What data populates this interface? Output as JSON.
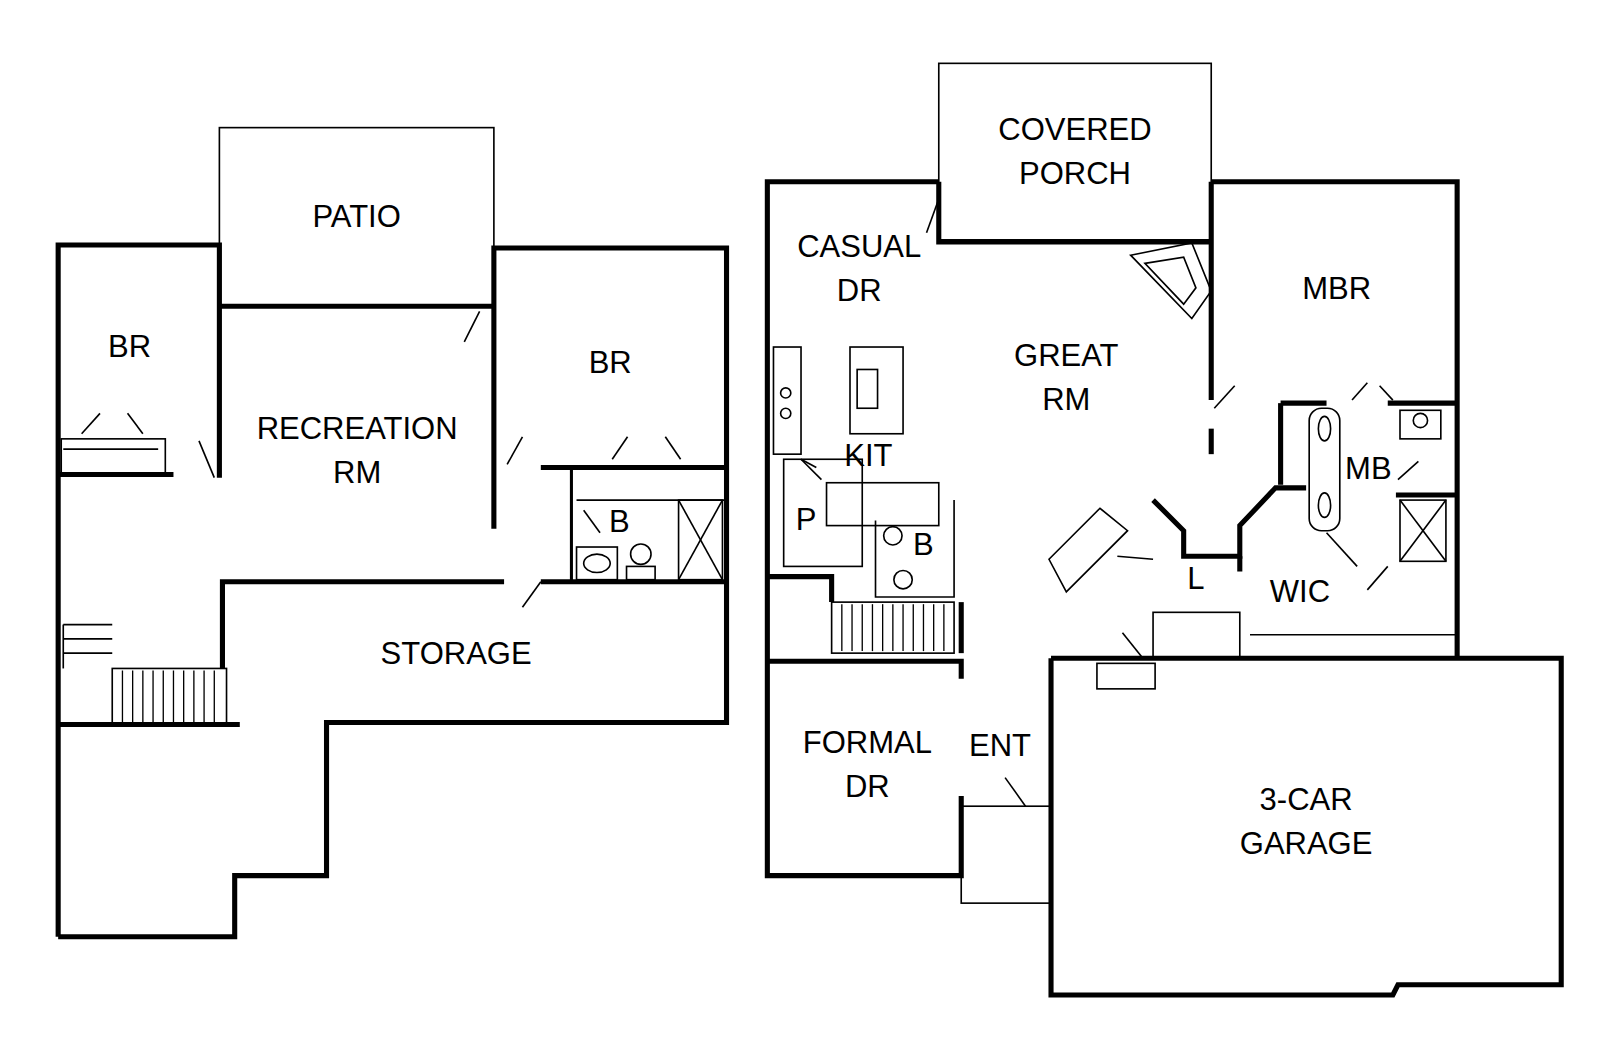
{
  "diagram": {
    "nodes": [
      {
        "text": [
          "PATIO"
        ]
      },
      {
        "text": [
          "COVERED PORCH"
        ]
      },
      {
        "text": [
          "3-CAR GARAGE"
        ]
      }
    ],
    "labels": [
      "BR",
      "RECREATION RM",
      "BR",
      "B",
      "STORAGE",
      "CASUAL DR",
      "GREAT RM",
      "MBR",
      "KIT",
      "P",
      "B",
      "MB",
      "L",
      "WIC",
      "FORMAL DR",
      "ENT"
    ]
  }
}
